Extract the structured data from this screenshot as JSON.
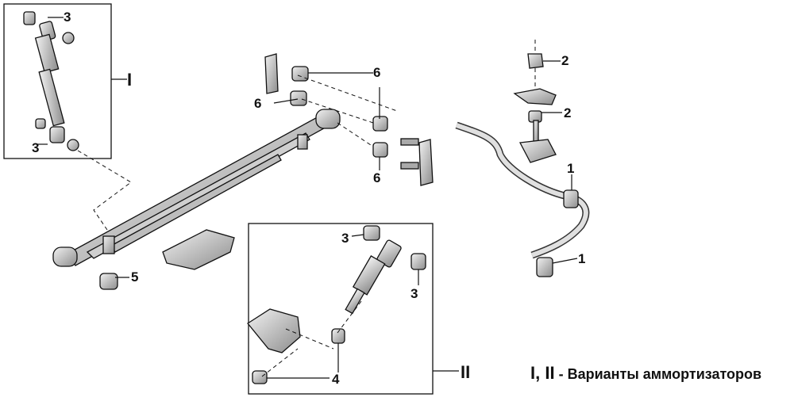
{
  "variant_labels": {
    "one": "I",
    "two": "II"
  },
  "callouts": {
    "c3_top": "3",
    "c3_bottom": "3",
    "c6_a": "6",
    "c6_b": "6",
    "c6_c": "6",
    "c2_a": "2",
    "c2_b": "2",
    "c1_a": "1",
    "c1_b": "1",
    "c5": "5",
    "c3_ii_a": "3",
    "c3_ii_b": "3",
    "c4": "4"
  },
  "caption": {
    "roman": "I, II",
    "text": "- Варианты аммортизаторов"
  },
  "colors": {
    "line": "#111111",
    "part_fill": "#d8d8d8",
    "part_shade": "#9a9a9a"
  }
}
